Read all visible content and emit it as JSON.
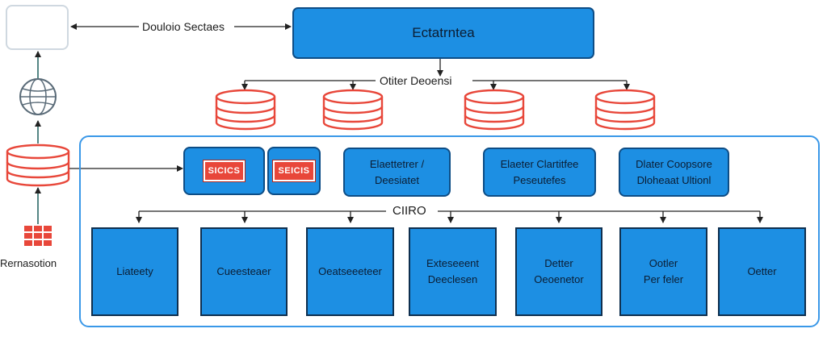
{
  "top_node": {
    "label": "Ectatrntea"
  },
  "source_edge": {
    "label": "Douloio Sectaes"
  },
  "split_label": "Otiter Deoensi",
  "left_bottom_label": "Rernasotion",
  "bus_label": "CIIRO",
  "stores": [
    {
      "lines": [
        "Elaettetrer /",
        "Deesiatet"
      ]
    },
    {
      "lines": [
        "Elaeter Clartitfee",
        "Peseutefes"
      ]
    },
    {
      "lines": [
        "Dlater Coopsore",
        "Dloheaat Ultionl"
      ]
    }
  ],
  "tags": [
    {
      "label": "SICICS"
    },
    {
      "label": "SEICIS"
    }
  ],
  "modules": [
    {
      "lines": [
        "Liateety"
      ]
    },
    {
      "lines": [
        "Cueesteaer"
      ]
    },
    {
      "lines": [
        "Oeatseeeteer"
      ]
    },
    {
      "lines": [
        "Exteseeent",
        "Deeclesen"
      ]
    },
    {
      "lines": [
        "Detter",
        "Oeoenetor"
      ]
    },
    {
      "lines": [
        "Ootler",
        "Per feler"
      ]
    },
    {
      "lines": [
        "Oetter"
      ]
    }
  ],
  "colors": {
    "box_fill": "#1d8fe3",
    "box_border": "#0d4d86",
    "db_stroke": "#e8473a",
    "container_border": "#3a98e8",
    "arrow": "#222222",
    "grid_fill": "#e8473a"
  },
  "icons": [
    "cylinder-database-icon",
    "globe-icon",
    "grid-blocks-icon"
  ]
}
